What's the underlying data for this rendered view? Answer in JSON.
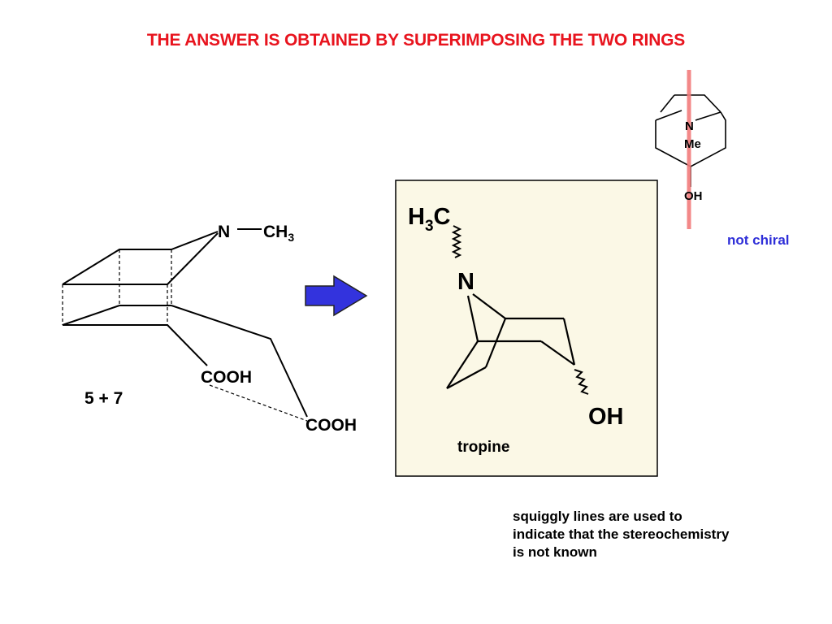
{
  "heading": "THE ANSWER IS OBTAINED BY SUPERIMPOSING THE TWO RINGS",
  "left_structure": {
    "n_label": "N",
    "ch3_main": "CH",
    "ch3_sub": "3",
    "cooh_upper": "COOH",
    "cooh_lower": "COOH",
    "ring_sizes": "5 + 7"
  },
  "arrow_color": "#3333dd",
  "tropine_box": {
    "h3c_h": "H",
    "h3c_sub": "3",
    "h3c_c": "C",
    "n_label": "N",
    "oh_label": "OH",
    "name": "tropine",
    "name_color": "#22aa22",
    "box_fill": "#fbf8e6"
  },
  "top_right_structure": {
    "n_label": "N",
    "me_label": "Me",
    "oh_label": "OH",
    "mirror_plane_color": "#f27c7c",
    "chirality_label": "not chiral",
    "chirality_color": "#2e2ed8"
  },
  "footnote": "squiggly lines are used to indicate that the stereochemistry is not known"
}
